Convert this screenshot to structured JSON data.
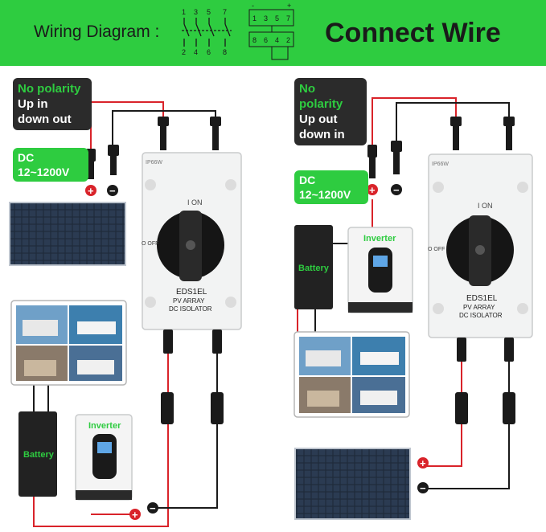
{
  "header": {
    "wiring_label": "Wiring Diagram :",
    "title": "Connect Wire",
    "diagram_top_numbers": [
      "1",
      "3",
      "5",
      "7"
    ],
    "diagram_bottom_numbers": [
      "2",
      "4",
      "6",
      "8"
    ],
    "terminal_top_numbers": [
      "1",
      "3",
      "5",
      "7"
    ],
    "terminal_bottom_numbers": [
      "8",
      "6",
      "4",
      "2"
    ],
    "terminal_signs": [
      "-",
      "+"
    ]
  },
  "left": {
    "polarity_title": "No polarity",
    "polarity_line1": "Up in",
    "polarity_line2": "down out",
    "dc_line1": "DC",
    "dc_line2": "12~1200V",
    "battery_label": "Battery",
    "inverter_label": "Inverter",
    "plus_sign": "+",
    "minus_sign": "−"
  },
  "right": {
    "polarity_title": "No polarity",
    "polarity_line1": "Up out",
    "polarity_line2": "down in",
    "dc_line1": "DC",
    "dc_line2": "12~1200V",
    "battery_label": "Battery",
    "inverter_label": "Inverter",
    "plus_sign": "+",
    "minus_sign": "−"
  },
  "isolator": {
    "model": "EDS1EL",
    "line1": "PV ARRAY",
    "line2": "DC ISOLATOR",
    "on_label": "I ON",
    "off_label": "O OFF",
    "rating": "IP66W"
  },
  "colors": {
    "header_green": "#2ecc40",
    "label_dark": "#2b2b2b",
    "wire_red": "#d9232a",
    "wire_black": "#1a1a1a",
    "panel_blue": "#1e2a3a"
  }
}
